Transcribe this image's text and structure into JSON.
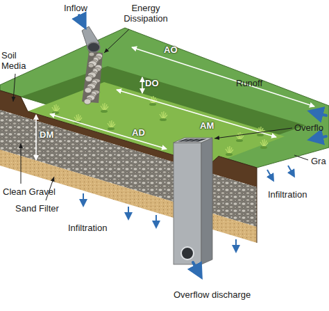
{
  "diagram": {
    "labels": [
      "Inflow",
      "Energy Dissipation",
      "AO",
      "AM",
      "DO",
      "Runoff",
      "Overflo",
      "Soil Media",
      "DM",
      "Gra",
      "Infiltration",
      "Clean Gravel",
      "Sand Filter",
      "Infiltration",
      "AD",
      "Overflow discharge"
    ]
  }
}
